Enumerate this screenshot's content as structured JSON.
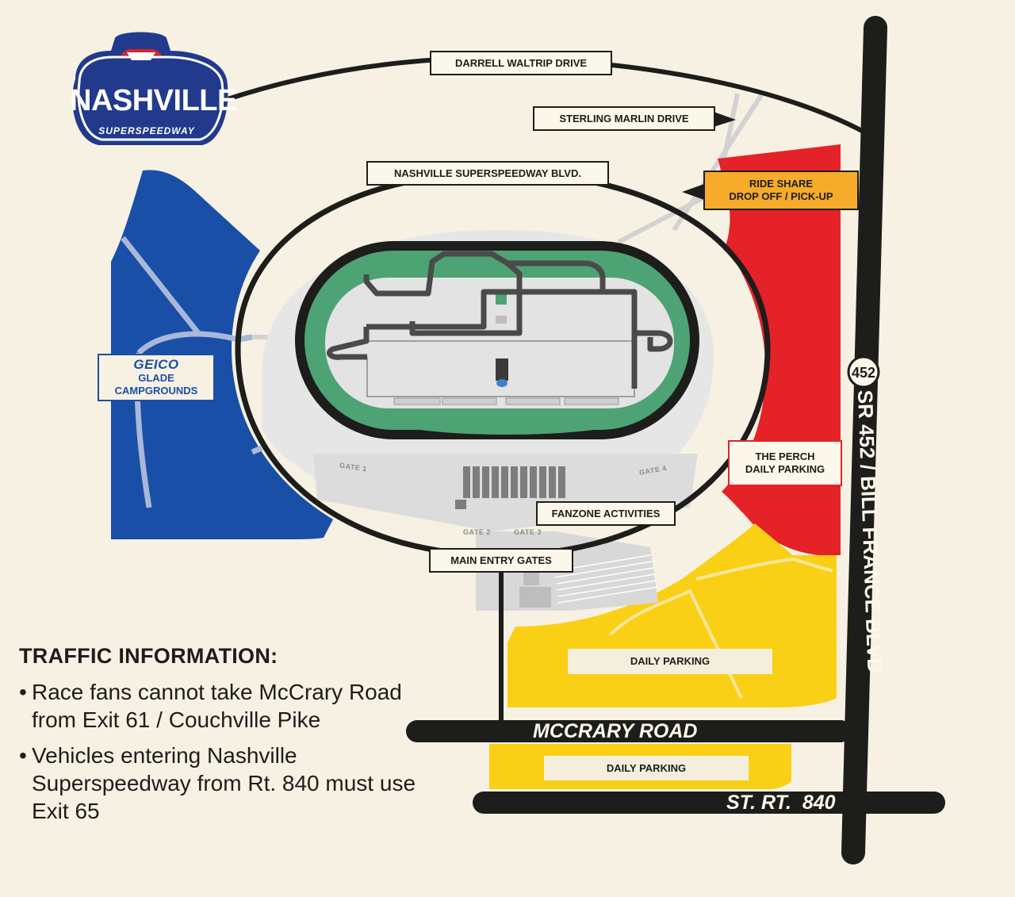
{
  "logo": {
    "name": "NASHVILLE",
    "sub": "SUPERSPEEDWAY",
    "colors": {
      "navy": "#223a8c",
      "red": "#d5262e"
    }
  },
  "roads": {
    "darrell_waltrip": "DARRELL WALTRIP DRIVE",
    "sterling_marlin": "STERLING MARLIN DRIVE",
    "superspeedway_blvd": "NASHVILLE SUPERSPEEDWAY BLVD.",
    "mccrary": "MCCRARY ROAD",
    "st_rt_840": "ST. RT.  840",
    "sr452": "SR 452 / BILL FRANCE BLVD",
    "shield": "452"
  },
  "areas": {
    "campgrounds": {
      "brand": "GEICO",
      "line1": "GLADE",
      "line2": "CAMPGROUNDS",
      "color": "#1a4fa8"
    },
    "ride_share": {
      "line1": "RIDE SHARE",
      "line2": "DROP OFF / PICK-UP",
      "color": "#f6ac2a"
    },
    "the_perch": {
      "line1": "THE PERCH",
      "line2": "DAILY PARKING",
      "color": "#e42228"
    },
    "fanzone": "FANZONE ACTIVITIES",
    "main_gates": "MAIN ENTRY GATES",
    "daily_parking_1": "DAILY PARKING",
    "daily_parking_2": "DAILY PARKING",
    "parking_color": "#f9d016"
  },
  "gates": {
    "g1": "GATE 1",
    "g2": "GATE 2",
    "g3": "GATE 3",
    "g4": "GATE 4"
  },
  "traffic": {
    "title": "TRAFFIC INFORMATION:",
    "bullet": "•",
    "items": [
      "Race fans cannot take McCrary Road from Exit 61 / Couchville Pike",
      "Vehicles entering Nashville Superspeedway from Rt. 840 must use Exit 65"
    ]
  }
}
